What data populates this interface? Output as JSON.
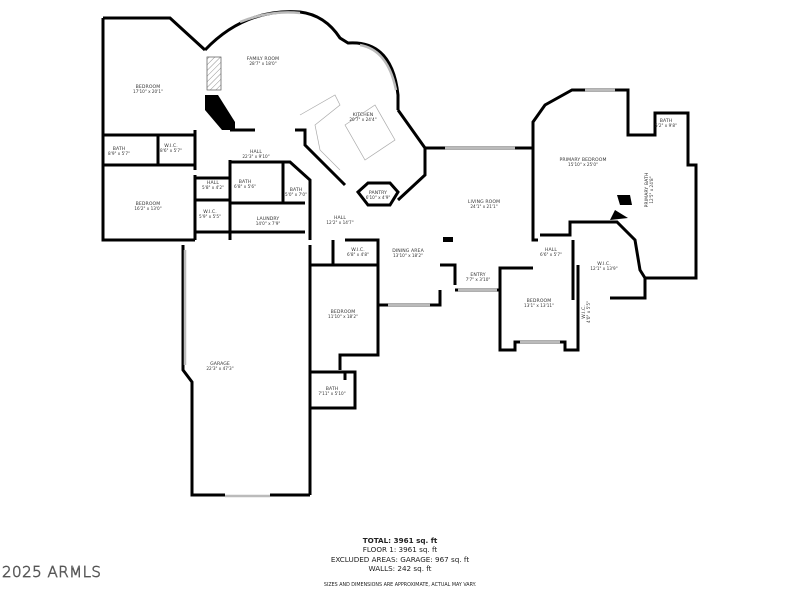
{
  "rooms": {
    "bedroom_nw": {
      "name": "BEDROOM",
      "dims": "17'10\" x 20'1\""
    },
    "family_room": {
      "name": "FAMILY ROOM",
      "dims": "28'7\" x 18'0\""
    },
    "kitchen": {
      "name": "KITCHEN",
      "dims": "20'7\" x 24'4\""
    },
    "bath_nw": {
      "name": "BATH",
      "dims": "8'9\" x 5'7\""
    },
    "wic_nw": {
      "name": "W.I.C.",
      "dims": "8'6\" x 5'7\""
    },
    "hall_main": {
      "name": "HALL",
      "dims": "22'3\" x 9'10\""
    },
    "hall_small": {
      "name": "HALL",
      "dims": "5'8\" x 4'2\""
    },
    "bath_mid": {
      "name": "BATH",
      "dims": "6'8\" x 5'6\""
    },
    "bath_small": {
      "name": "BATH",
      "dims": "5'0\" x 7'0\""
    },
    "bedroom_w": {
      "name": "BEDROOM",
      "dims": "16'2\" x 13'0\""
    },
    "wic_w": {
      "name": "W.I.C.",
      "dims": "5'9\" x 5'5\""
    },
    "laundry": {
      "name": "LAUNDRY",
      "dims": "14'0\" x 7'9\""
    },
    "pantry": {
      "name": "PANTRY",
      "dims": "6'10\" x 4'9\""
    },
    "hall_center": {
      "name": "HALL",
      "dims": "12'2\" x 14'7\""
    },
    "living_room": {
      "name": "LIVING ROOM",
      "dims": "24'1\" x 21'1\""
    },
    "dining_area": {
      "name": "DINING AREA",
      "dims": "13'10\" x 18'2\""
    },
    "wic_center": {
      "name": "W.I.C.",
      "dims": "6'8\" x 4'8\""
    },
    "entry": {
      "name": "ENTRY",
      "dims": "7'7\" x 3'10\""
    },
    "bedroom_s": {
      "name": "BEDROOM",
      "dims": "11'10\" x 18'2\""
    },
    "garage": {
      "name": "GARAGE",
      "dims": "22'3\" x 47'3\""
    },
    "bath_s": {
      "name": "BATH",
      "dims": "7'11\" x 5'10\""
    },
    "primary_bedroom": {
      "name": "PRIMARY BEDROOM",
      "dims": "15'10\" x 25'0\""
    },
    "bath_ne": {
      "name": "BATH",
      "dims": "5'2\" x 9'8\""
    },
    "primary_bath": {
      "name": "PRIMARY BATH",
      "dims": "12'5\" x 24'8\""
    },
    "hall_e": {
      "name": "HALL",
      "dims": "6'6\" x 5'7\""
    },
    "wic_primary": {
      "name": "W.I.C.",
      "dims": "12'1\" x 13'9\""
    },
    "bedroom_e": {
      "name": "BEDROOM",
      "dims": "13'1\" x 13'11\""
    },
    "wic_e": {
      "name": "W.I.C.",
      "dims": "4'0\" x 5'5\""
    }
  },
  "summary": {
    "total": "TOTAL: 3961 sq. ft",
    "floor1": "FLOOR 1: 3961 sq. ft",
    "excluded": "EXCLUDED AREAS: GARAGE: 967 sq. ft",
    "walls": "WALLS: 242 sq. ft",
    "note": "SIZES AND DIMENSIONS ARE APPROXIMATE, ACTUAL MAY VARY."
  },
  "watermark": "2025 ARMLS",
  "colors": {
    "wall": "#000000",
    "window": "#bbbbbb",
    "text": "#333333"
  }
}
